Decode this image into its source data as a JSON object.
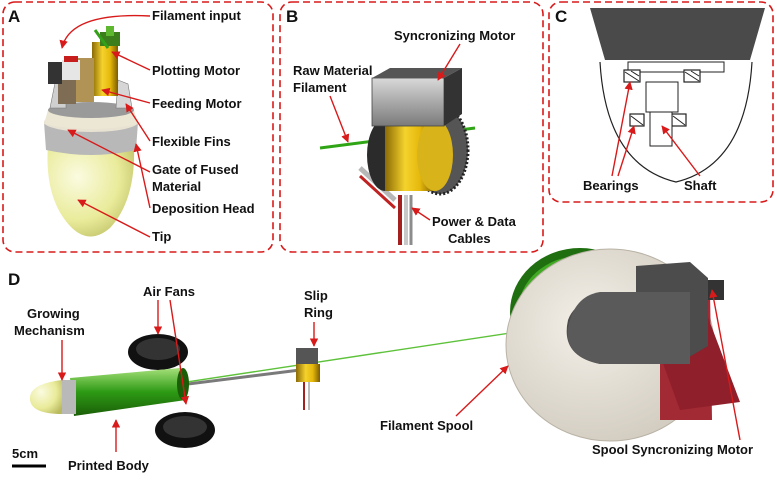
{
  "panels": {
    "a": {
      "letter": "A",
      "labels": {
        "filament_input": "Filament input",
        "plotting_motor": "Plotting Motor",
        "feeding_motor": "Feeding Motor",
        "flexible_fins": "Flexible Fins",
        "gate_line1": "Gate of Fused",
        "gate_line2": "Material",
        "deposition_head": "Deposition Head",
        "tip": "Tip"
      }
    },
    "b": {
      "letter": "B",
      "labels": {
        "sync_motor": "Syncronizing Motor",
        "raw_line1": "Raw Material",
        "raw_line2": "Filament",
        "power_line1": "Power & Data",
        "power_line2": "Cables"
      }
    },
    "c": {
      "letter": "C",
      "labels": {
        "bearings": "Bearings",
        "shaft": "Shaft"
      }
    },
    "d": {
      "letter": "D",
      "labels": {
        "air_fans": "Air Fans",
        "slip_line1": "Slip",
        "slip_line2": "Ring",
        "growing_line1": "Growing",
        "growing_line2": "Mechanism",
        "printed_body": "Printed Body",
        "filament_spool": "Filament Spool",
        "spool_motor": "Spool Syncronizing Motor",
        "scale_bar": "5cm"
      }
    }
  }
}
